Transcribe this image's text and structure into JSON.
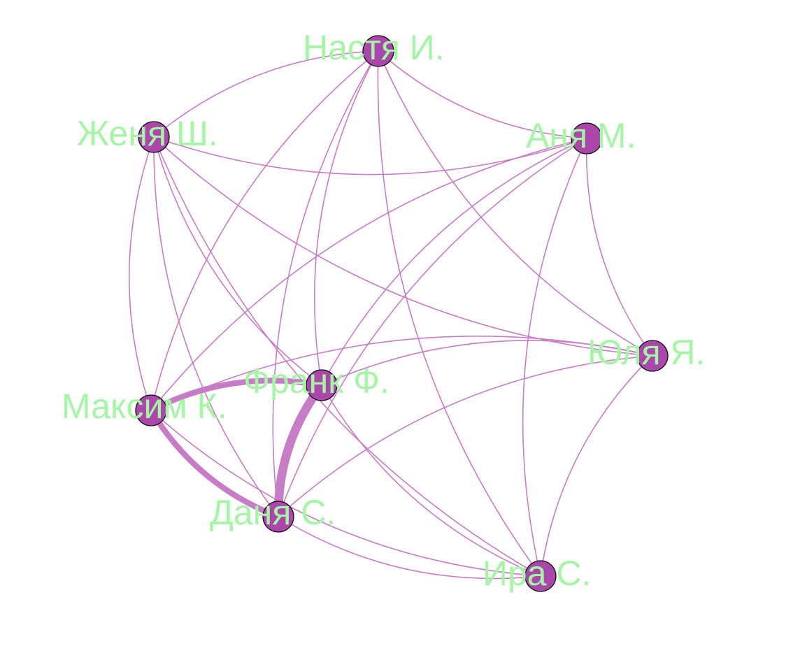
{
  "graph": {
    "node_color": "#ab47ab",
    "edge_color": "#c77cc6",
    "label_color": "#a6f5a6",
    "nodes": [
      {
        "id": "nastya",
        "label": "Настя И."
      },
      {
        "id": "anya",
        "label": "Аня М."
      },
      {
        "id": "zhenya",
        "label": "Женя Ш."
      },
      {
        "id": "yulya",
        "label": "Юля Я."
      },
      {
        "id": "frank",
        "label": "Франк Ф."
      },
      {
        "id": "maksim",
        "label": "Максим К."
      },
      {
        "id": "danya",
        "label": "Даня С."
      },
      {
        "id": "ira",
        "label": "Ира С."
      }
    ],
    "edges": [
      {
        "source": "nastya",
        "target": "zhenya",
        "weight": 1
      },
      {
        "source": "nastya",
        "target": "anya",
        "weight": 1
      },
      {
        "source": "nastya",
        "target": "maksim",
        "weight": 1
      },
      {
        "source": "nastya",
        "target": "frank",
        "weight": 1
      },
      {
        "source": "nastya",
        "target": "danya",
        "weight": 1
      },
      {
        "source": "nastya",
        "target": "ira",
        "weight": 1
      },
      {
        "source": "nastya",
        "target": "yulya",
        "weight": 1
      },
      {
        "source": "zhenya",
        "target": "anya",
        "weight": 1
      },
      {
        "source": "zhenya",
        "target": "yulya",
        "weight": 1
      },
      {
        "source": "zhenya",
        "target": "frank",
        "weight": 1
      },
      {
        "source": "zhenya",
        "target": "maksim",
        "weight": 1
      },
      {
        "source": "zhenya",
        "target": "danya",
        "weight": 1
      },
      {
        "source": "zhenya",
        "target": "ira",
        "weight": 1
      },
      {
        "source": "anya",
        "target": "yulya",
        "weight": 1
      },
      {
        "source": "anya",
        "target": "frank",
        "weight": 1
      },
      {
        "source": "anya",
        "target": "danya",
        "weight": 1
      },
      {
        "source": "anya",
        "target": "ira",
        "weight": 1
      },
      {
        "source": "anya",
        "target": "maksim",
        "weight": 1
      },
      {
        "source": "yulya",
        "target": "maksim",
        "weight": 1
      },
      {
        "source": "yulya",
        "target": "frank",
        "weight": 1
      },
      {
        "source": "yulya",
        "target": "danya",
        "weight": 1
      },
      {
        "source": "yulya",
        "target": "ira",
        "weight": 1
      },
      {
        "source": "frank",
        "target": "maksim",
        "weight": 3
      },
      {
        "source": "frank",
        "target": "danya",
        "weight": 5
      },
      {
        "source": "frank",
        "target": "ira",
        "weight": 1
      },
      {
        "source": "maksim",
        "target": "danya",
        "weight": 3
      },
      {
        "source": "maksim",
        "target": "ira",
        "weight": 1
      },
      {
        "source": "danya",
        "target": "ira",
        "weight": 1
      }
    ]
  }
}
